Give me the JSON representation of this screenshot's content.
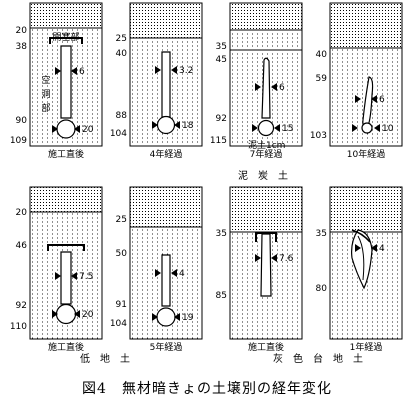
{
  "figure_caption": "図4　無材暗きょの土壌別の経年変化",
  "soil_labels": [
    "泥　炭　土",
    "低　地　土",
    "灰　色　台　地　土"
  ],
  "panels": [
    {
      "caption": "施工直後",
      "depths": [
        "20",
        "38",
        "90",
        "109"
      ],
      "marks": [
        "6",
        "20"
      ],
      "annotations": [
        "開塞部",
        "空",
        "洞",
        "部"
      ]
    },
    {
      "caption": "4年経過",
      "depths": [
        "25",
        "40",
        "88",
        "104"
      ],
      "marks": [
        "3.2",
        "18"
      ],
      "annotations": []
    },
    {
      "caption": "7年経過",
      "depths": [
        "35",
        "45",
        "92",
        "115"
      ],
      "marks": [
        "6",
        "15"
      ],
      "annotations": [
        "泥土1cm"
      ]
    },
    {
      "caption": "10年経過",
      "depths": [
        "40",
        "59",
        "103"
      ],
      "marks": [
        "6",
        "10"
      ],
      "annotations": []
    },
    {
      "caption": "施工直後",
      "depths": [
        "20",
        "46",
        "92",
        "110"
      ],
      "marks": [
        "7.5",
        "20"
      ],
      "annotations": []
    },
    {
      "caption": "5年経過",
      "depths": [
        "25",
        "50",
        "91",
        "104"
      ],
      "marks": [
        "4",
        "19"
      ],
      "annotations": []
    },
    {
      "caption": "施工直後",
      "depths": [
        "35",
        "85"
      ],
      "marks": [
        "7.6"
      ],
      "annotations": []
    },
    {
      "caption": "1年経過",
      "depths": [
        "35",
        "80"
      ],
      "marks": [
        "4"
      ],
      "annotations": []
    }
  ]
}
